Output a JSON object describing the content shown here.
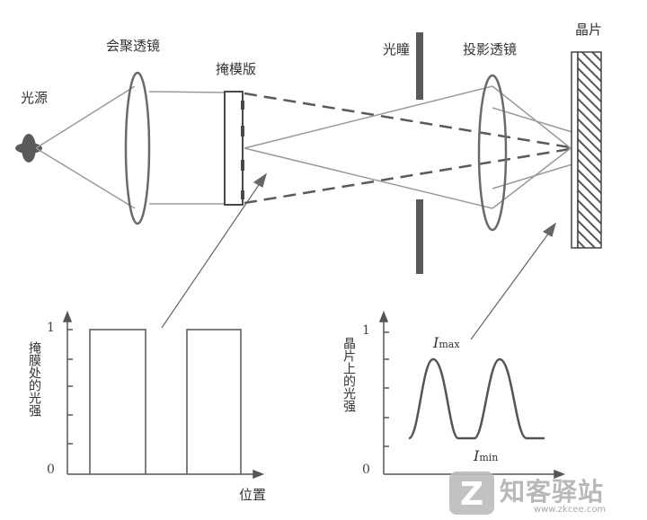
{
  "labels": {
    "light_source": "光源",
    "condenser_lens": "会聚透镜",
    "mask": "掩模版",
    "pupil": "光瞳",
    "projection_lens": "投影透镜",
    "wafer": "晶片"
  },
  "left_graph": {
    "ylabel": "掩膜处的光强",
    "xlabel": "位置",
    "tick_1": "1",
    "tick_0": "0"
  },
  "right_graph": {
    "ylabel": "晶片上的光强",
    "tick_1": "1",
    "tick_0": "0",
    "i_max_symbol": "I",
    "i_max_sub": "max",
    "i_min_symbol": "I",
    "i_min_sub": "min"
  },
  "watermark": {
    "brand": "知客驿站",
    "url": "www.zkcee.com"
  },
  "colors": {
    "line": "#555555",
    "ray": "#9a9a9a",
    "fill_dark": "#5a5a5a"
  }
}
